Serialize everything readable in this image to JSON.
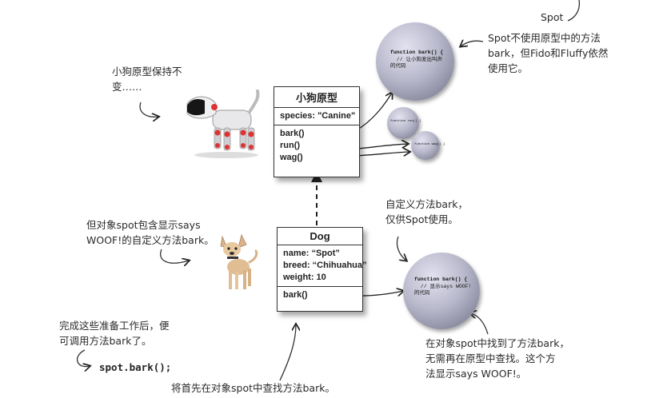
{
  "notes": {
    "spot_top": "Spot",
    "spot_no_proto": "Spot不使用原型中的方法\nbark，但Fido和Fluffy依然\n使用它。",
    "proto_unchanged": "小狗原型保持不\n变……",
    "spot_custom_bark": "但对象spot包含显示says\nWOOF!的自定义方法bark。",
    "custom_bark_only_spot": "自定义方法bark，\n仅供Spot使用。",
    "after_setup": "完成这些准备工作后，便\n可调用方法bark了。",
    "found_on_spot": "在对象spot中找到了方法bark，\n无需再在原型中查找。这个方\n法显示says WOOF!。",
    "lookup_first": "将首先在对象spot中查找方法bark。"
  },
  "code_call": "spot.bark();",
  "prototype_box": {
    "title": "小狗原型",
    "props": [
      "species: \"Canine\""
    ],
    "methods": [
      "bark()",
      "run()",
      "wag()"
    ]
  },
  "dog_box": {
    "title": "Dog",
    "props": [
      "name: “Spot”",
      "breed: “Chihuahua”",
      "weight: 10"
    ],
    "methods": [
      "bark()"
    ]
  },
  "bubble_proto_bark": {
    "line1": "function bark() {",
    "line2": "  // 让小狗发出叫声",
    "line3": "的代码"
  },
  "bubble_spot_bark": {
    "line1": "function bark() {",
    "line2": "  // 显示says WOOF!",
    "line3": "的代码"
  },
  "bubble_run": {
    "line1": "function run() {"
  },
  "bubble_wag": {
    "line1": "function wag() {"
  }
}
